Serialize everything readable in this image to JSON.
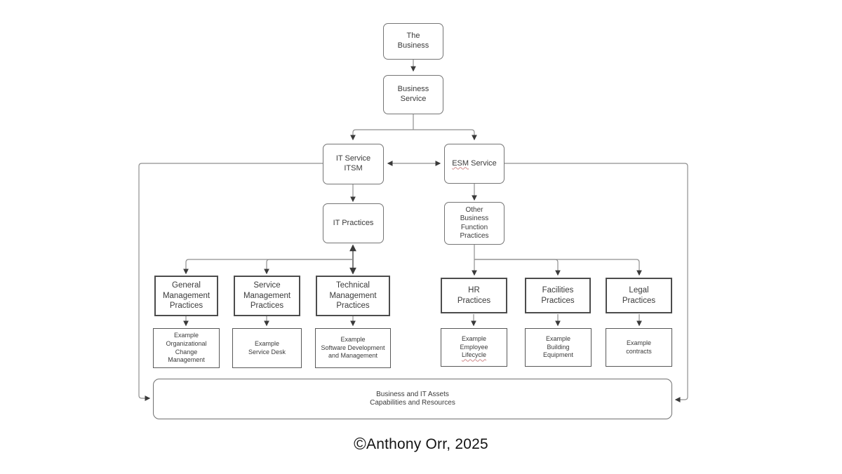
{
  "diagram": {
    "nodes": {
      "the_business": {
        "label": "The\nBusiness"
      },
      "business_service": {
        "label": "Business\nService"
      },
      "it_service": {
        "label": "IT Service\nITSM"
      },
      "esm_service": {
        "label_underlined": "ESM",
        "label_rest": " Service"
      },
      "it_practices": {
        "label": "IT Practices"
      },
      "other_business_function": {
        "label": "Other\nBusiness\nFunction\nPractices"
      },
      "general_management": {
        "label": "General\nManagement\nPractices"
      },
      "service_management": {
        "label": "Service\nManagement\nPractices"
      },
      "technical_management": {
        "label": "Technical\nManagement\nPractices"
      },
      "hr_practices": {
        "label": "HR\nPractices"
      },
      "facilities_practices": {
        "label": "Facilities\nPractices"
      },
      "legal_practices": {
        "label": "Legal\nPractices"
      },
      "example_organizational_change": {
        "label": "Example\nOrganizational\nChange\nManagement"
      },
      "example_service_desk": {
        "label": "Example\nService Desk"
      },
      "example_software_development": {
        "label": "Example\nSoftware Development\nand Management"
      },
      "example_employee_lifecycle": {
        "label_top": "Example\nEmployee",
        "label_underlined": "Lifecycle"
      },
      "example_building_equipment": {
        "label": "Example\nBuilding\nEquipment"
      },
      "example_contracts": {
        "label": "Example\ncontracts"
      },
      "assets": {
        "label": "Business and IT Assets\nCapabilities and Resources"
      }
    },
    "footer": {
      "copyright_symbol": "©",
      "copyright_text": "Anthony Orr, 2025"
    },
    "colors": {
      "background": "#ffffff",
      "rounded_box_border": "#757575",
      "practice_box_border": "#4c4c4c",
      "connector_line": "#8f8f8f",
      "arrowhead": "#3a3a3a",
      "text": "#3a3a3a",
      "spellcheck_underline": "#cf8a8a"
    }
  }
}
